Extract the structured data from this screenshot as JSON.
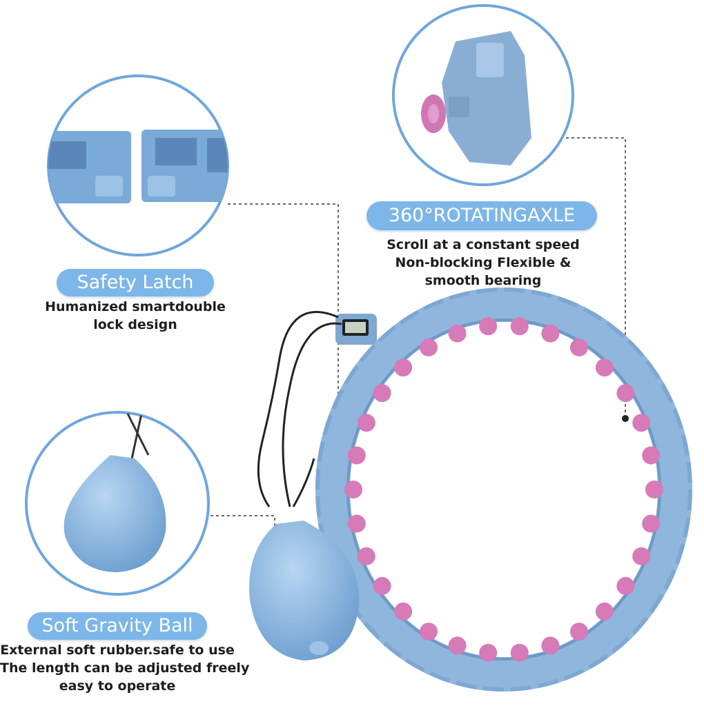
{
  "features": [
    {
      "title": "Safety Latch",
      "lines": [
        "Humanized smartdouble",
        "lock design"
      ]
    },
    {
      "title": "360°ROTATINGAXLE",
      "lines": [
        "Scroll at a constant speed",
        "Non-blocking Flexible &",
        "smooth bearing"
      ]
    },
    {
      "title": "Soft Gravity Ball",
      "lines": [
        "External soft rubber.safe to use",
        "The length can be adjusted freely",
        "easy to operate"
      ]
    }
  ],
  "colors": {
    "accent": "#7db6e8",
    "hoop_blue": "#8fb6dc",
    "knob_pink": "#d77ab8",
    "circle_border": "#6fa6dc"
  }
}
